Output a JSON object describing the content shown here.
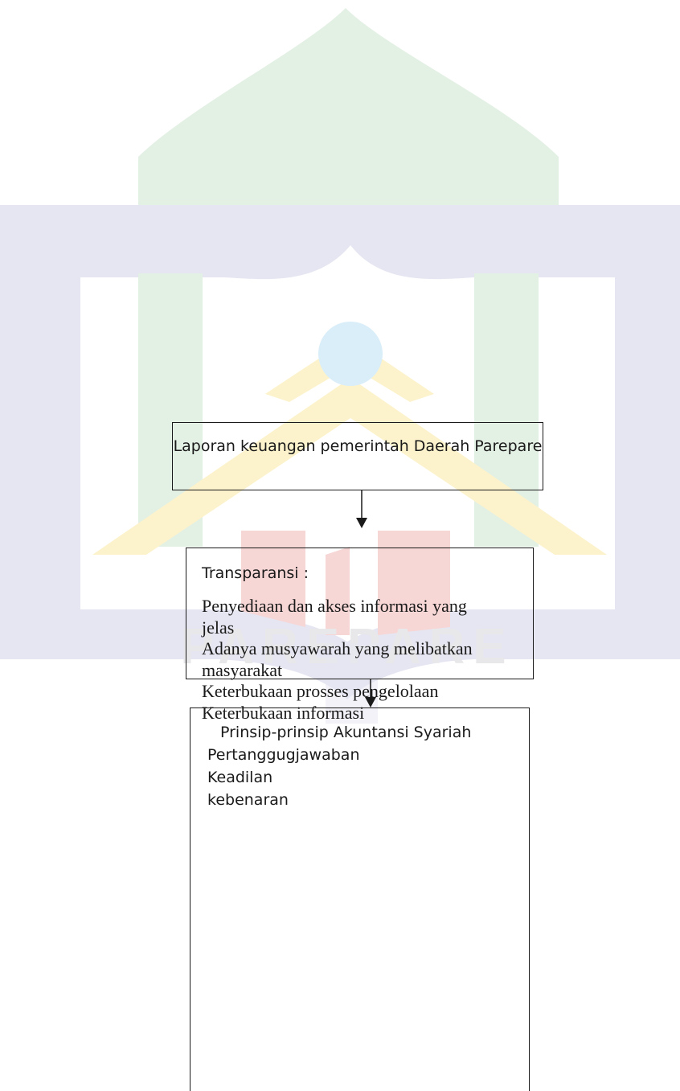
{
  "watermark": {
    "colors": {
      "green": "#e3f0e4",
      "lavender": "#e6e6f2",
      "yellow": "#fcf3cc",
      "red": "#f7d6d6",
      "blue": "#d9eef9",
      "gray": "#e8e8ea"
    },
    "label": "PAREPARE"
  },
  "flow": {
    "report_box": {
      "label": "Laporan keuangan pemerintah Daerah Parepare"
    },
    "transparency_box": {
      "heading": "Transparansi :",
      "items": [
        "Penyediaan dan akses informasi yang jelas",
        "Adanya musyawarah yang melibatkan masyarakat",
        "Keterbukaan prosses pengelolaan",
        "Keterbukaan informasi"
      ]
    },
    "principles_box": {
      "heading": "Prinsip-prinsip Akuntansi Syariah",
      "items": [
        "Pertanggugjawaban",
        "Keadilan",
        "kebenaran"
      ]
    }
  }
}
